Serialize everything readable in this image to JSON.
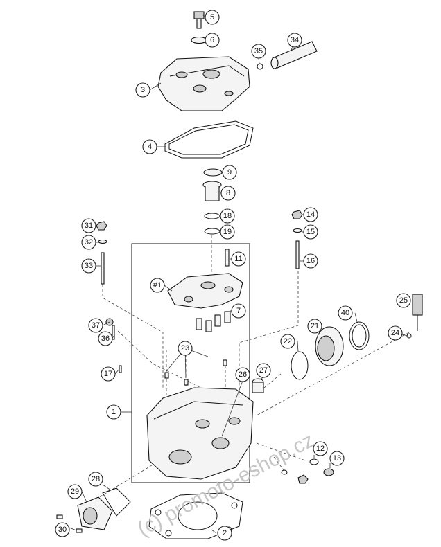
{
  "watermark": "(c) promoto-eshop.cz",
  "callouts": [
    {
      "id": "5",
      "label": "5"
    },
    {
      "id": "6",
      "label": "6"
    },
    {
      "id": "3",
      "label": "3"
    },
    {
      "id": "35",
      "label": "35"
    },
    {
      "id": "34",
      "label": "34"
    },
    {
      "id": "4",
      "label": "4"
    },
    {
      "id": "9",
      "label": "9"
    },
    {
      "id": "8",
      "label": "8"
    },
    {
      "id": "18",
      "label": "18"
    },
    {
      "id": "19",
      "label": "19"
    },
    {
      "id": "31",
      "label": "31"
    },
    {
      "id": "32",
      "label": "32"
    },
    {
      "id": "33",
      "label": "33"
    },
    {
      "id": "14",
      "label": "14"
    },
    {
      "id": "15",
      "label": "15"
    },
    {
      "id": "16",
      "label": "16"
    },
    {
      "id": "11",
      "label": "11"
    },
    {
      "id": "h1",
      "label": "#1"
    },
    {
      "id": "7",
      "label": "7"
    },
    {
      "id": "25",
      "label": "25"
    },
    {
      "id": "40",
      "label": "40"
    },
    {
      "id": "21",
      "label": "21"
    },
    {
      "id": "24",
      "label": "24"
    },
    {
      "id": "37",
      "label": "37"
    },
    {
      "id": "36",
      "label": "36"
    },
    {
      "id": "22",
      "label": "22"
    },
    {
      "id": "23",
      "label": "23"
    },
    {
      "id": "27",
      "label": "27"
    },
    {
      "id": "17",
      "label": "17"
    },
    {
      "id": "26",
      "label": "26"
    },
    {
      "id": "1",
      "label": "1"
    },
    {
      "id": "12",
      "label": "12"
    },
    {
      "id": "13",
      "label": "13"
    },
    {
      "id": "28",
      "label": "28"
    },
    {
      "id": "29",
      "label": "29"
    },
    {
      "id": "30",
      "label": "30"
    },
    {
      "id": "2",
      "label": "2"
    }
  ]
}
